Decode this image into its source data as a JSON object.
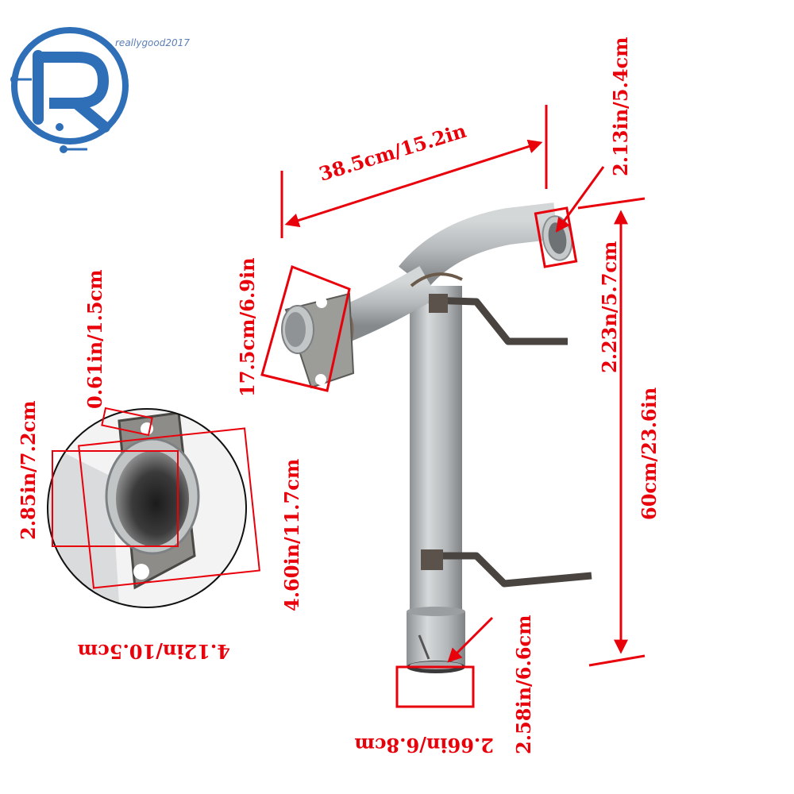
{
  "brand": {
    "watermark": "reallygood2017",
    "logo_letter": "R"
  },
  "colors": {
    "dimension": "#e8000b",
    "pipe": "#b9bdbf",
    "bracket": "#4a4440",
    "logo": "#2f6fb7"
  },
  "dimensions": {
    "top_length": "38.5cm/15.2in",
    "outlet_top": "2.13in/5.4cm",
    "outlet_side": "2.23n/5.7cm",
    "overall_height": "60cm/23.6in",
    "flange_size": "17.5cm/6.9in",
    "bottom_inner": "2.58in/6.6cm",
    "bottom_outer": "2.66in/6.8cm",
    "flange_hole": "0.61in/1.5cm",
    "flange_height": "2.85in/7.2cm",
    "flange_diag": "4.60in/11.7cm",
    "flange_width": "4.12in/10.5cm"
  }
}
